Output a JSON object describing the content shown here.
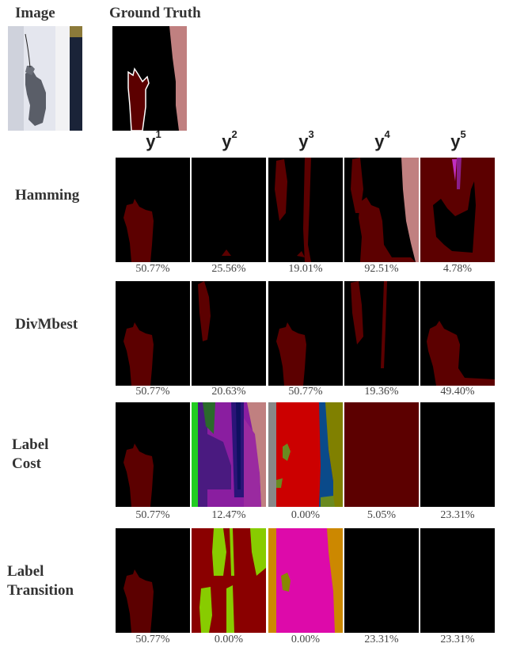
{
  "headers": {
    "image": "Image",
    "ground_truth": "Ground Truth"
  },
  "columns": [
    {
      "base": "y",
      "sup": "1"
    },
    {
      "base": "y",
      "sup": "2"
    },
    {
      "base": "y",
      "sup": "3"
    },
    {
      "base": "y",
      "sup": "4"
    },
    {
      "base": "y",
      "sup": "5"
    }
  ],
  "rows": [
    {
      "label": "Hamming",
      "values": [
        "50.77%",
        "25.56%",
        "19.01%",
        "92.51%",
        "4.78%"
      ]
    },
    {
      "label": "DivMbest",
      "values": [
        "50.77%",
        "20.63%",
        "50.77%",
        "19.36%",
        "49.40%"
      ]
    },
    {
      "label": "Label\nCost",
      "values": [
        "50.77%",
        "12.47%",
        "0.00%",
        "5.05%",
        "23.31%"
      ]
    },
    {
      "label": "Label\nTransition",
      "values": [
        "50.77%",
        "0.00%",
        "0.00%",
        "23.31%",
        "23.31%"
      ]
    }
  ],
  "colors": {
    "cat": "#5c0000",
    "person": "#c08080",
    "bg": "#000000"
  }
}
